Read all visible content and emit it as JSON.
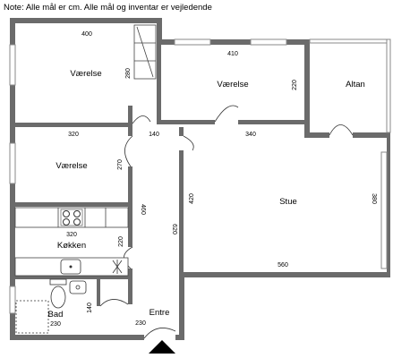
{
  "note": "Note: Alle mål er cm. Alle mål og inventar er vejledende",
  "rooms": {
    "bedroom_1": "Værelse",
    "bedroom_2": "Værelse",
    "bedroom_3": "Værelse",
    "balcony": "Altan",
    "kitchen": "Køkken",
    "living": "Stue",
    "bath": "Bad",
    "entrance": "Entre"
  },
  "dimensions": {
    "bedroom_1_width": "400",
    "bedroom_1_wardrobe": "280",
    "bedroom_2_width": "410",
    "bedroom_2_depth": "220",
    "bedroom_3_width": "320",
    "bedroom_3_depth": "270",
    "hall_width": "140",
    "living_top": "340",
    "living_left": "420",
    "living_right": "380",
    "living_bottom": "560",
    "hall_length": "460",
    "hall_total": "620",
    "kitchen_width": "320",
    "kitchen_depth": "220",
    "bath_width": "230",
    "bath_depth": "140",
    "entrance_width": "230"
  }
}
